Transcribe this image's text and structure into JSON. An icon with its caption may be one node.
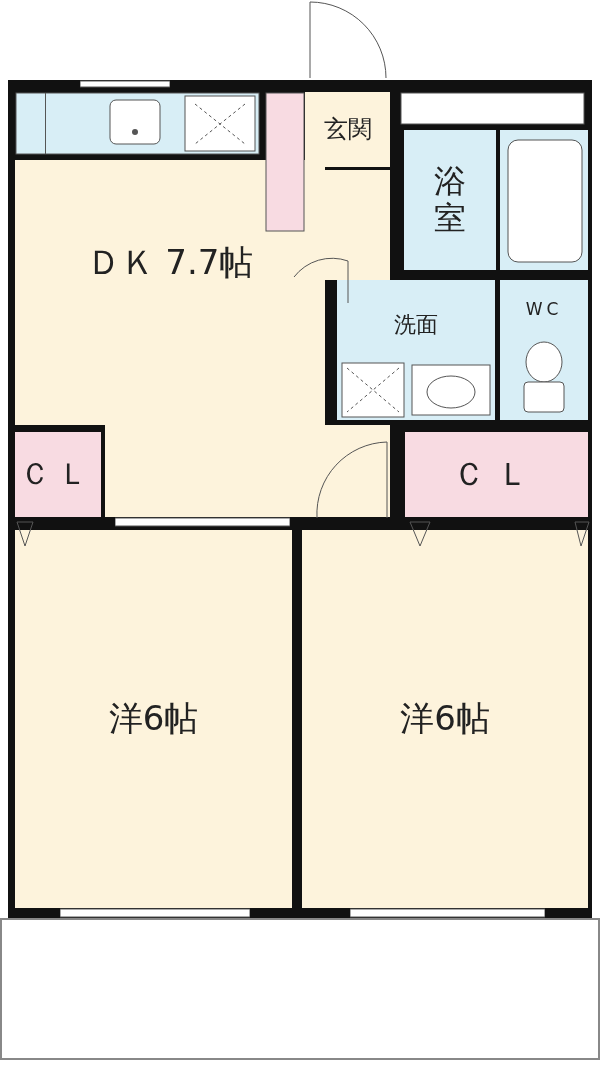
{
  "diagram": {
    "nodes": [
      {
        "text": [
          "玄関"
        ]
      },
      {
        "text": [
          "浴室"
        ]
      },
      {
        "text": [
          "ＤＫ 7.7帖"
        ]
      },
      {
        "text": [
          "洗面"
        ]
      },
      {
        "text": [
          "WC"
        ]
      },
      {
        "text": [
          "ＣＬ"
        ]
      },
      {
        "text": [
          "ＣＬ"
        ]
      },
      {
        "text": [
          "洋6帖"
        ]
      },
      {
        "text": [
          "洋6帖"
        ]
      },
      {
        "text": [],
        "shape": "box"
      }
    ]
  }
}
